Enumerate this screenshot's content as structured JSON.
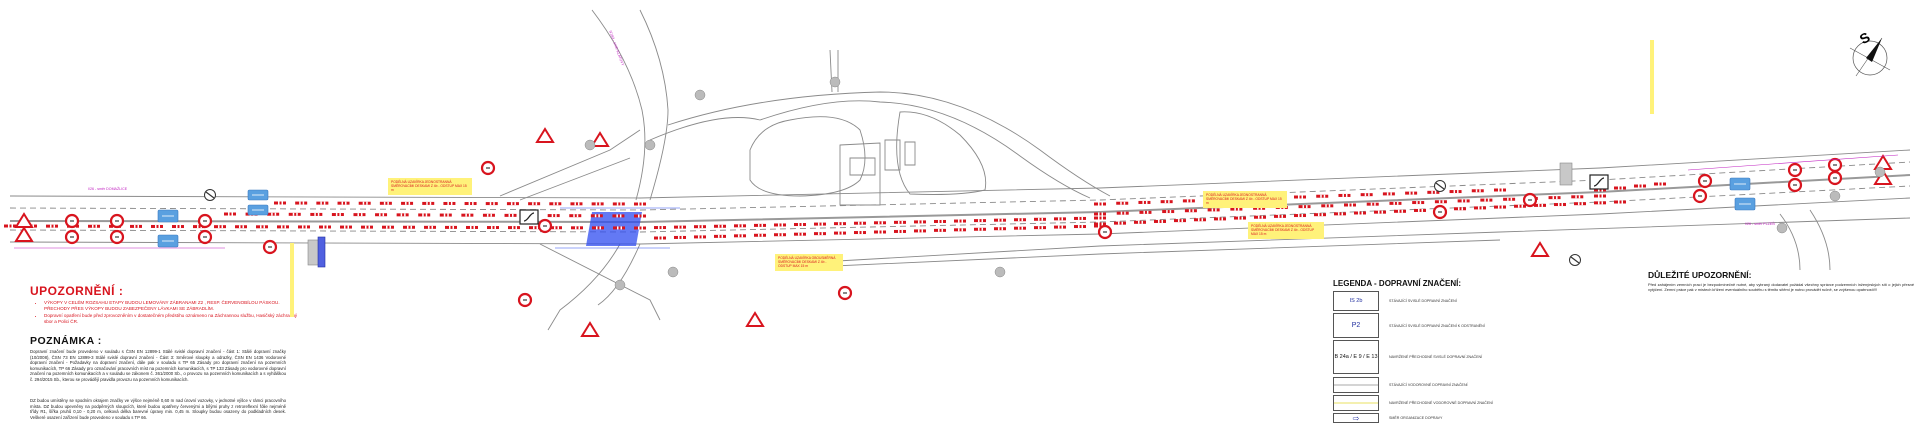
{
  "road_labels": {
    "left": "I/26 - směr DOMAŽLICE",
    "right": "I/26 - směr PLZEŇ",
    "north_branch": "II/183 - směr KLATOVY"
  },
  "north_arrow": "S",
  "temporary_notes": [
    "PODÉLNÁ UZAVÍRKA JEDNOSTRANNÁ SMĚROVACÍMI DESKAMI Z 4b - ODSTUP MAX 15 m",
    "PODÉLNÁ UZAVÍRKA OBOUSMĚRNÁ SMĚROVACÍMI DESKAMI Z 4b - ODSTUP MAX 15 m",
    "PODÉLNÁ UZAVÍRKA JEDNOSTRANNÁ SMĚROVACÍMI DESKAMI Z 4b - ODSTUP MAX 15 m",
    "PODÉLNÁ UZAVÍRKA JEDNOSTRANNÁ SMĚROVACÍMI DESKAMI Z 4b - ODSTUP MAX 15 m"
  ],
  "warning": {
    "title": "UPOZORNĚNÍ :",
    "items": [
      "VÝKOPY V CELÉM ROZSAHU ETAPY BUDOU LEMOVÁNY ZÁBRANAMI Z2 , RESP. ČERVENOBÍLOU PÁSKOU. PŘECHODY PŘES VÝKOPY BUDOU ZABEZPEČENY LÁVKAMI SE ZÁBRADLÍM.",
      "Dopravní opatření bude před zprovozněním v dostatečném předstihu oznámeno na Záchrannou službu, Hasičský záchranný sbor a Polici ČR."
    ]
  },
  "note": {
    "title": "POZNÁMKA :",
    "paragraphs": [
      "Dopravní značení bude provedeno v souladu s ČSN EN 12899-1 Stálé svislé dopravní značení - část 1: Stálé dopravní značky (10/2008), ČSN 73 EN 12899-3 Stálé svislé dopravní značení - Část 3: Směrové sloupky a odrazky, ČSN EN 1436 Vodorovné dopravní značení - Požadavky na dopravní značení, dále pak v souladu s TP 65 Zásady pro dopravní značení na pozemních komunikacích, TP 66 Zásady pro označování pracovních míst na pozemních komunikacích, s TP 133 Zásady pro vodorovné dopravní značení na pozemních komunikacích a v souladu se zákonem č. 361/2000 Sb., o provozu na pozemních komunikacích a s vyhláškou č. 294/2015 Sb., kterou se provádějí pravidla provozu na pozemních komunikacích.",
      "DZ budou umístěny se spodním okrajem značky ve výšce nejméně 0,60 m nad úrovní vozovky, v jednotné výšce v rámci pracovního místa. DZ budou upevněny na podpěrných sloupcích, které budou opatřeny červenými a bílými pruhy z retroreflexní fólie nejméně třídy R1, šířka pruhů 0,10 - 0,20 m, celková délka barevné úpravy min. 0,45 m. Sloupky budou osazeny do podkladních desek. Veškeré osazení zařízení bude provedeno v souladu s TP 66."
    ]
  },
  "legend": {
    "title": "LEGENDA - DOPRAVNÍ ZNAČENÍ:",
    "rows": [
      {
        "symbol": "IS 2b",
        "label": "STÁVAJÍCÍ SVISLÉ DOPRAVNÍ ZNAČENÍ"
      },
      {
        "symbol": "P2",
        "label": "STÁVAJÍCÍ SVISLÉ DOPRAVNÍ ZNAČENÍ K ODSTRANĚNÍ"
      },
      {
        "symbol": "B 24a / E 9 / E 13",
        "label": "NAVRŽENÉ PŘECHODNÉ SVISLÉ DOPRAVNÍ ZNAČENÍ"
      },
      {
        "symbol": "",
        "label": "STÁVAJÍCÍ VODOROVNÉ DOPRAVNÍ ZNAČENÍ"
      },
      {
        "symbol": "",
        "label": "NAVRŽENÉ PŘECHODNÉ VODOROVNÉ DOPRAVNÍ ZNAČENÍ"
      },
      {
        "symbol": "",
        "label": "SMĚR ORGANIZACE DOPRAVY"
      }
    ]
  },
  "important": {
    "title": "DŮLEŽITÉ UPOZORNĚNÍ:",
    "text": "Před zahájením zemních prací je bezpodmínečně nutné, aby vybraný dodavatel požádal všechny správce podzemních inženýrských sítí o jejich přesné vytýčení. Zemní práce pak v místech křížení eventuálního souběhu s těmito sítěmi je nutno provádět ručně, se zvýšenou opatrností!!!"
  },
  "colors": {
    "barrier_red": "#d8141e",
    "sign_blue": "#5aa0e0",
    "crossing_blue": "#2f4cf0",
    "note_yellow": "#fff27a",
    "label_magenta": "#c020c0",
    "road_line": "#888888"
  }
}
